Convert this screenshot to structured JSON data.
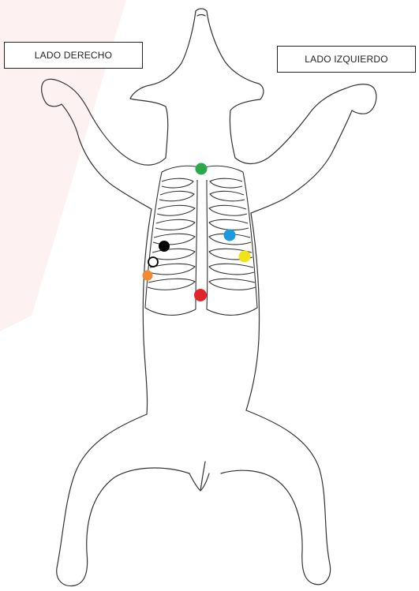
{
  "labels": {
    "right_side": "LADO DERECHO",
    "left_side": "LADO IZQUIERDO"
  },
  "colors": {
    "background": "#ffffff",
    "watermark": "#f7d6dc",
    "outline": "#333333",
    "markers": {
      "green": "#2aa84a",
      "blue": "#1a9be0",
      "yellow": "#f2e21a",
      "black": "#000000",
      "white": "#ffffff",
      "orange": "#f28a30",
      "red": "#e0262a"
    }
  },
  "markers": [
    {
      "name": "green-marker",
      "color": "green"
    },
    {
      "name": "blue-marker",
      "color": "blue"
    },
    {
      "name": "yellow-marker",
      "color": "yellow"
    },
    {
      "name": "black-marker",
      "color": "black"
    },
    {
      "name": "white-marker",
      "color": "white"
    },
    {
      "name": "orange-marker",
      "color": "orange"
    },
    {
      "name": "red-marker",
      "color": "red"
    }
  ]
}
